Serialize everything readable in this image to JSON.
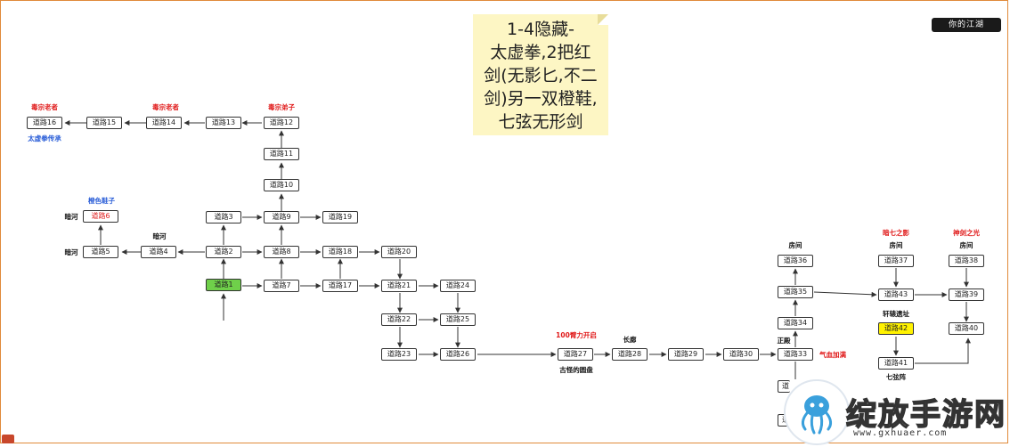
{
  "note": {
    "lines": [
      "1-4隐藏-",
      "太虚拳,2把红",
      "剑(无影匕,不二",
      "剑)另一双橙鞋,",
      "七弦无形剑"
    ]
  },
  "logo_text": "你的江湖",
  "watermark": {
    "name": "绽放手游网",
    "url": "www.gxhuaer.com",
    "icon": "octopus-logo-icon"
  },
  "nodes": {
    "n1": "道路1",
    "n2": "道路2",
    "n3": "道路3",
    "n4": "道路4",
    "n5": "道路5",
    "n6": "道路6",
    "n7": "道路7",
    "n8": "道路8",
    "n9": "道路9",
    "n10": "道路10",
    "n11": "道路11",
    "n12": "道路12",
    "n13": "道路13",
    "n14": "道路14",
    "n15": "道路15",
    "n16": "道路16",
    "n17": "道路17",
    "n18": "道路18",
    "n19": "道路19",
    "n20": "道路20",
    "n21": "道路21",
    "n22": "道路22",
    "n23": "道路23",
    "n24": "道路24",
    "n25": "道路25",
    "n26": "道路26",
    "n27": "道路27",
    "n28": "道路28",
    "n29": "道路29",
    "n30": "道路30",
    "n33": "道路33",
    "n34": "道路34",
    "n35": "道路35",
    "n36": "道路36",
    "n37": "道路37",
    "n38": "道路38",
    "n39": "道路39",
    "n40": "道路40",
    "n41": "道路41",
    "n42": "道路42",
    "n43": "道路43",
    "clip1": "道",
    "clip2": "道"
  },
  "labels": {
    "poison_elder_1": "毒宗老者",
    "poison_elder_2": "毒宗老者",
    "poison_disciple": "毒宗弟子",
    "taixu_fist": "太虚拳传承",
    "orange_shoes": "橙色鞋子",
    "dark_river_1": "暗河",
    "dark_river_2": "暗河",
    "dark_river_3": "暗河",
    "strength_open": "100臂力开启",
    "strange_disk": "古怪的圆盘",
    "corridor": "长廊",
    "main_hall": "正殿",
    "full_hp": "气血加满",
    "room_1": "房间",
    "room_2": "房间",
    "room_3": "房间",
    "shadow_7": "暗七之影",
    "divine_sword": "神剑之光",
    "xuanyuan_ruins": "轩辕遗址",
    "seven_string": "七弦阵"
  }
}
